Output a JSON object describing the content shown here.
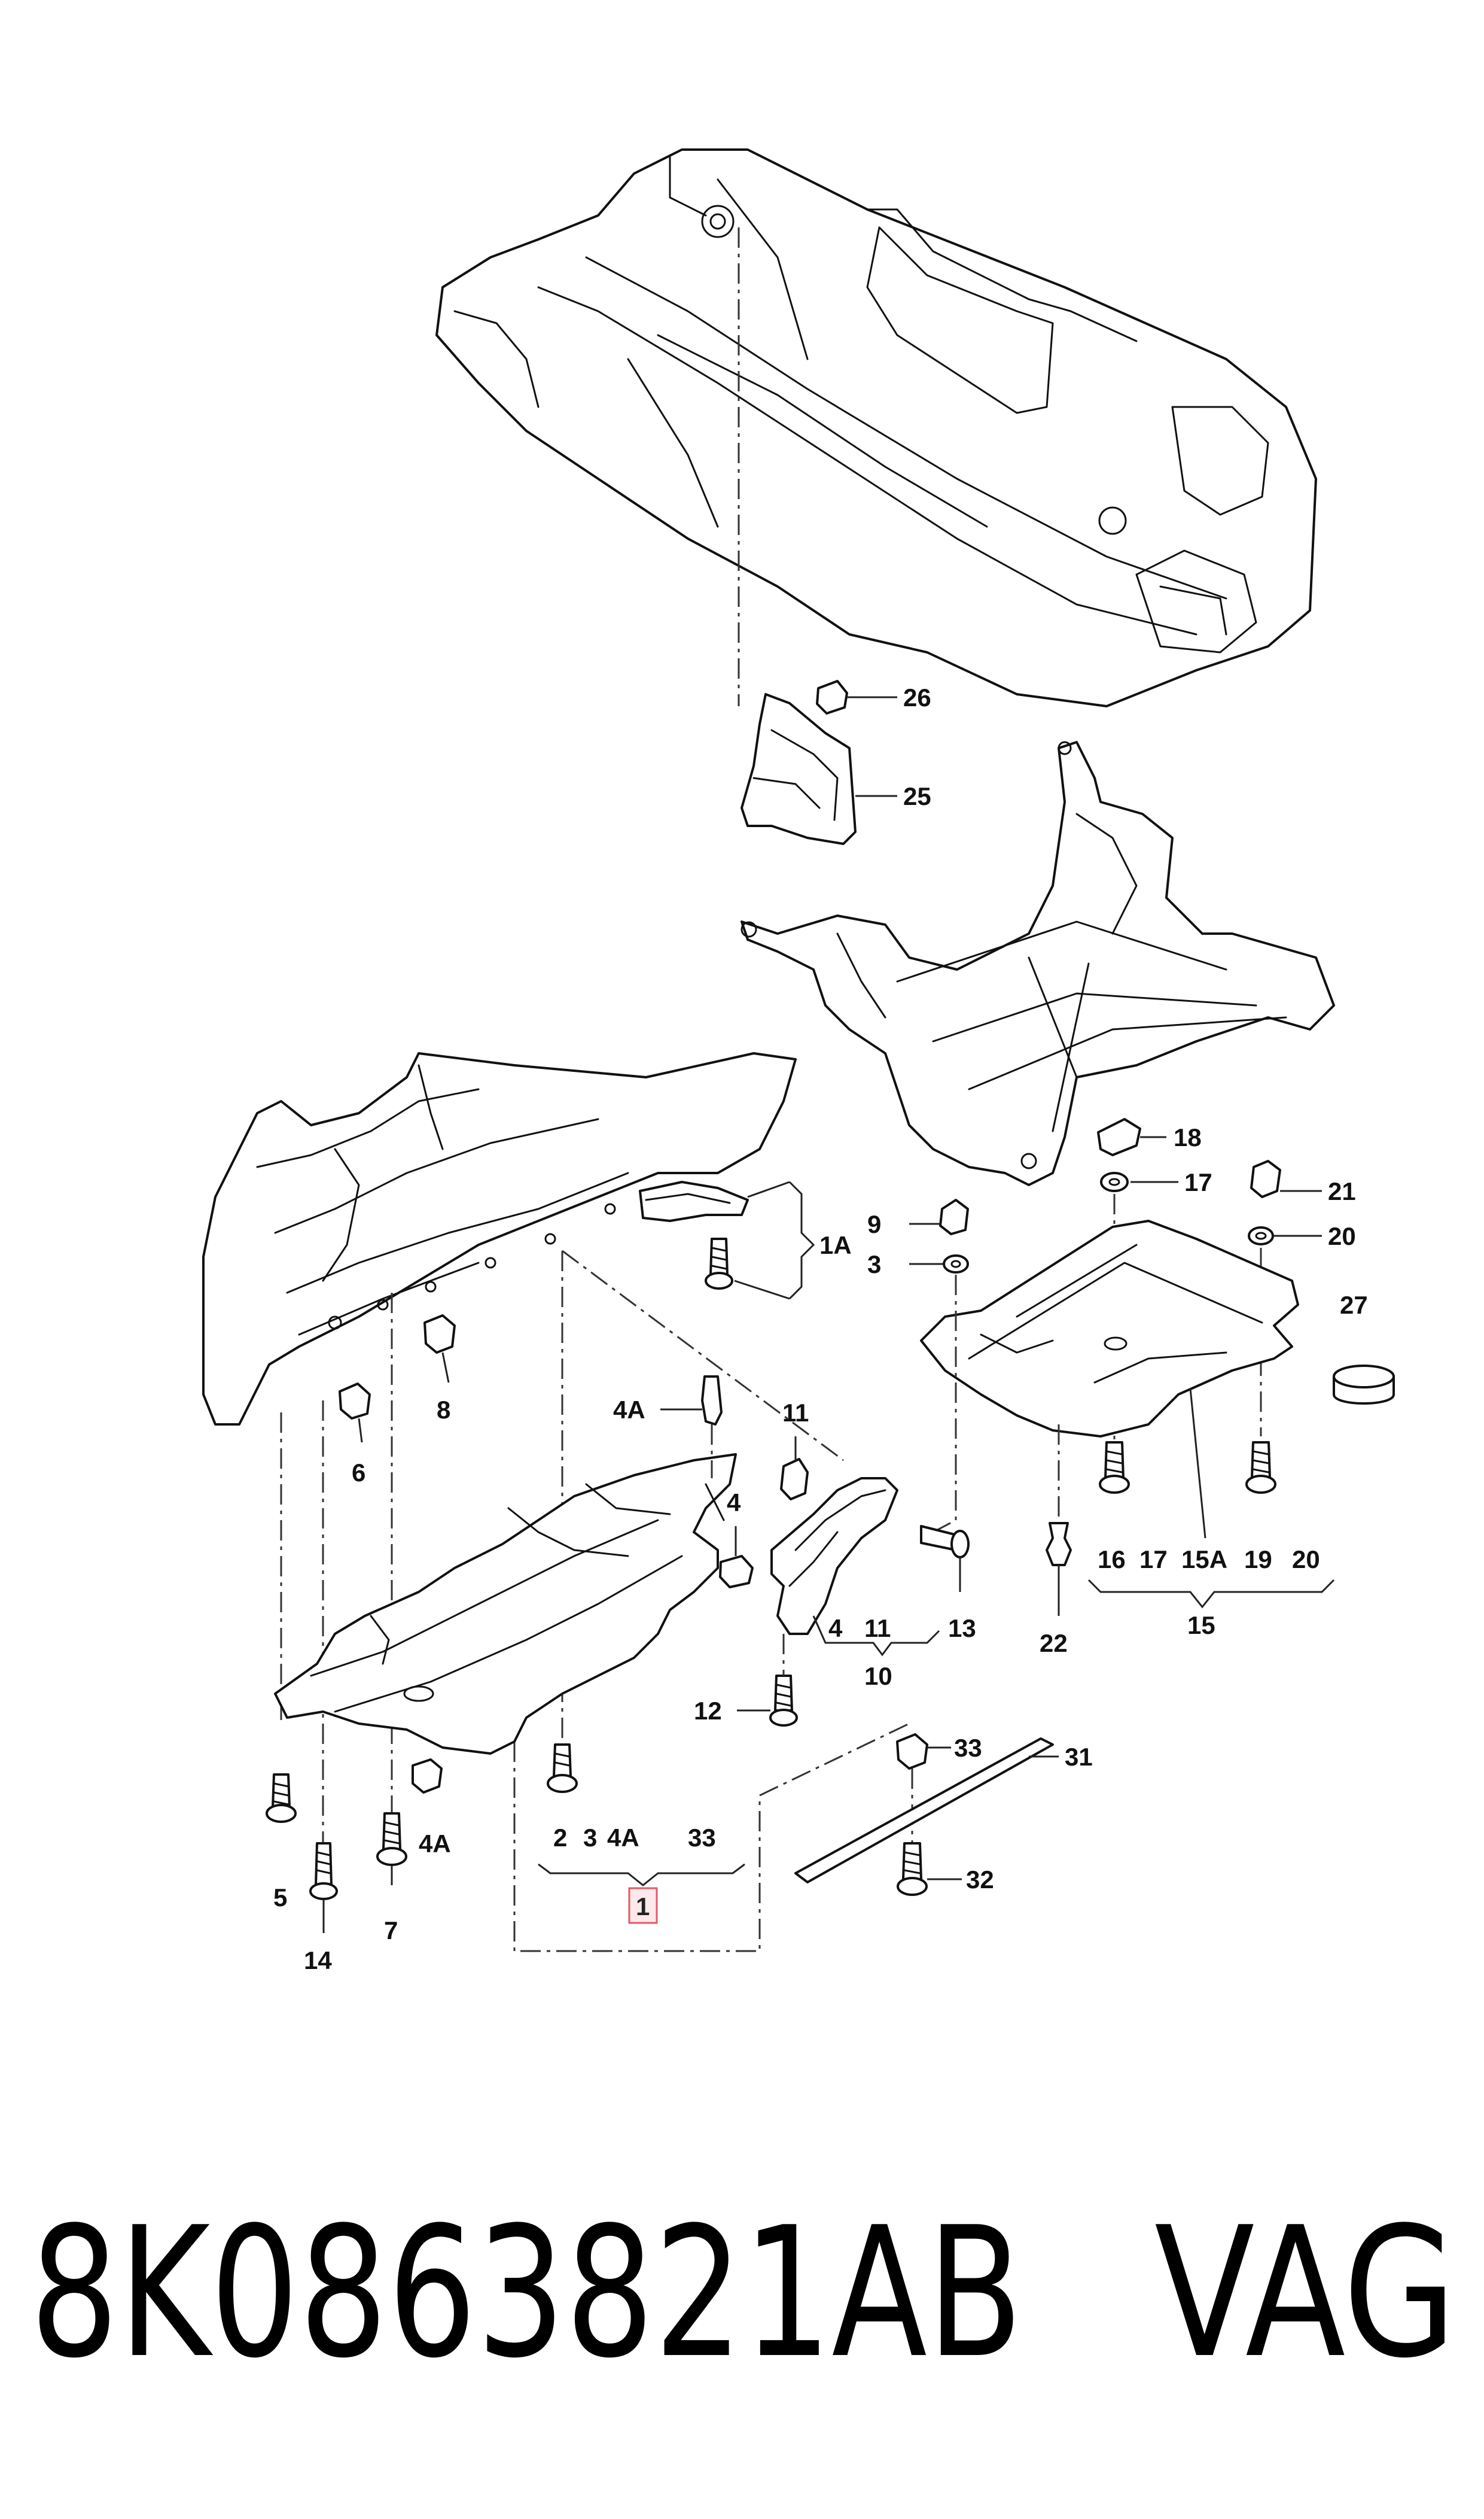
{
  "diagram": {
    "callouts": {
      "c26": "26",
      "c25": "25",
      "c18": "18",
      "c17": "17",
      "c21": "21",
      "c20": "20",
      "c27": "27",
      "c1A": "1A",
      "c9": "9",
      "c3": "3",
      "c8": "8",
      "c6": "6",
      "c4A_top": "4A",
      "c11_top": "11",
      "c4_mid": "4",
      "c16": "16",
      "c17b": "17",
      "c15A": "15A",
      "c19": "19",
      "c20b": "20",
      "c15": "15",
      "c22": "22",
      "c4b": "4",
      "c11b": "11",
      "c13": "13",
      "c10": "10",
      "c12": "12",
      "c33_top": "33",
      "c31": "31",
      "c32": "32",
      "c5": "5",
      "c14": "14",
      "c4A_bot": "4A",
      "c7": "7",
      "c2": "2",
      "c3b": "3",
      "c4A_grp": "4A",
      "c33_grp": "33",
      "c1": "1"
    },
    "highlight_color": "#e05a68"
  },
  "footer": {
    "part_number": "8K0863821AB",
    "brand": "VAG"
  }
}
